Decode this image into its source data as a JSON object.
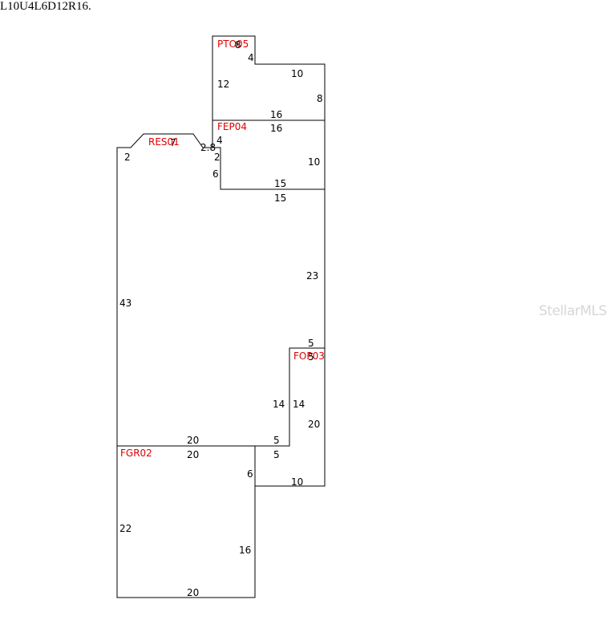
{
  "header": {
    "text": "L10U4L6D12R16."
  },
  "watermark": {
    "text": "StellarMLS"
  },
  "areas": {
    "pto": "PTO05",
    "fep": "FEP04",
    "res": "RES01",
    "fop": "FOP03",
    "fgr": "FGR02"
  },
  "dims": {
    "pto_8": "8",
    "pto_4": "4",
    "pto_10": "10",
    "pto_12": "12",
    "pto_8r": "8",
    "pto_16": "16",
    "fep_16": "16",
    "fep_4": "4",
    "fep_2": "2",
    "fep_6": "6",
    "fep_10": "10",
    "fep_15": "15",
    "res_2l": "2",
    "res_7": "7",
    "res_28": "2.8",
    "res_15": "15",
    "res_23": "23",
    "res_43": "43",
    "res_5t": "5",
    "res_14": "14",
    "res_20": "20",
    "res_5b": "5",
    "fop_5": "5",
    "fop_14": "14",
    "fop_20": "20",
    "fop_5b": "5",
    "fop_6": "6",
    "fop_10": "10",
    "fgr_20t": "20",
    "fgr_22": "22",
    "fgr_16": "16",
    "fgr_20b": "20"
  },
  "colors": {
    "area_label": "#e00000",
    "line": "#000000",
    "watermark": "#d7d7d7"
  }
}
